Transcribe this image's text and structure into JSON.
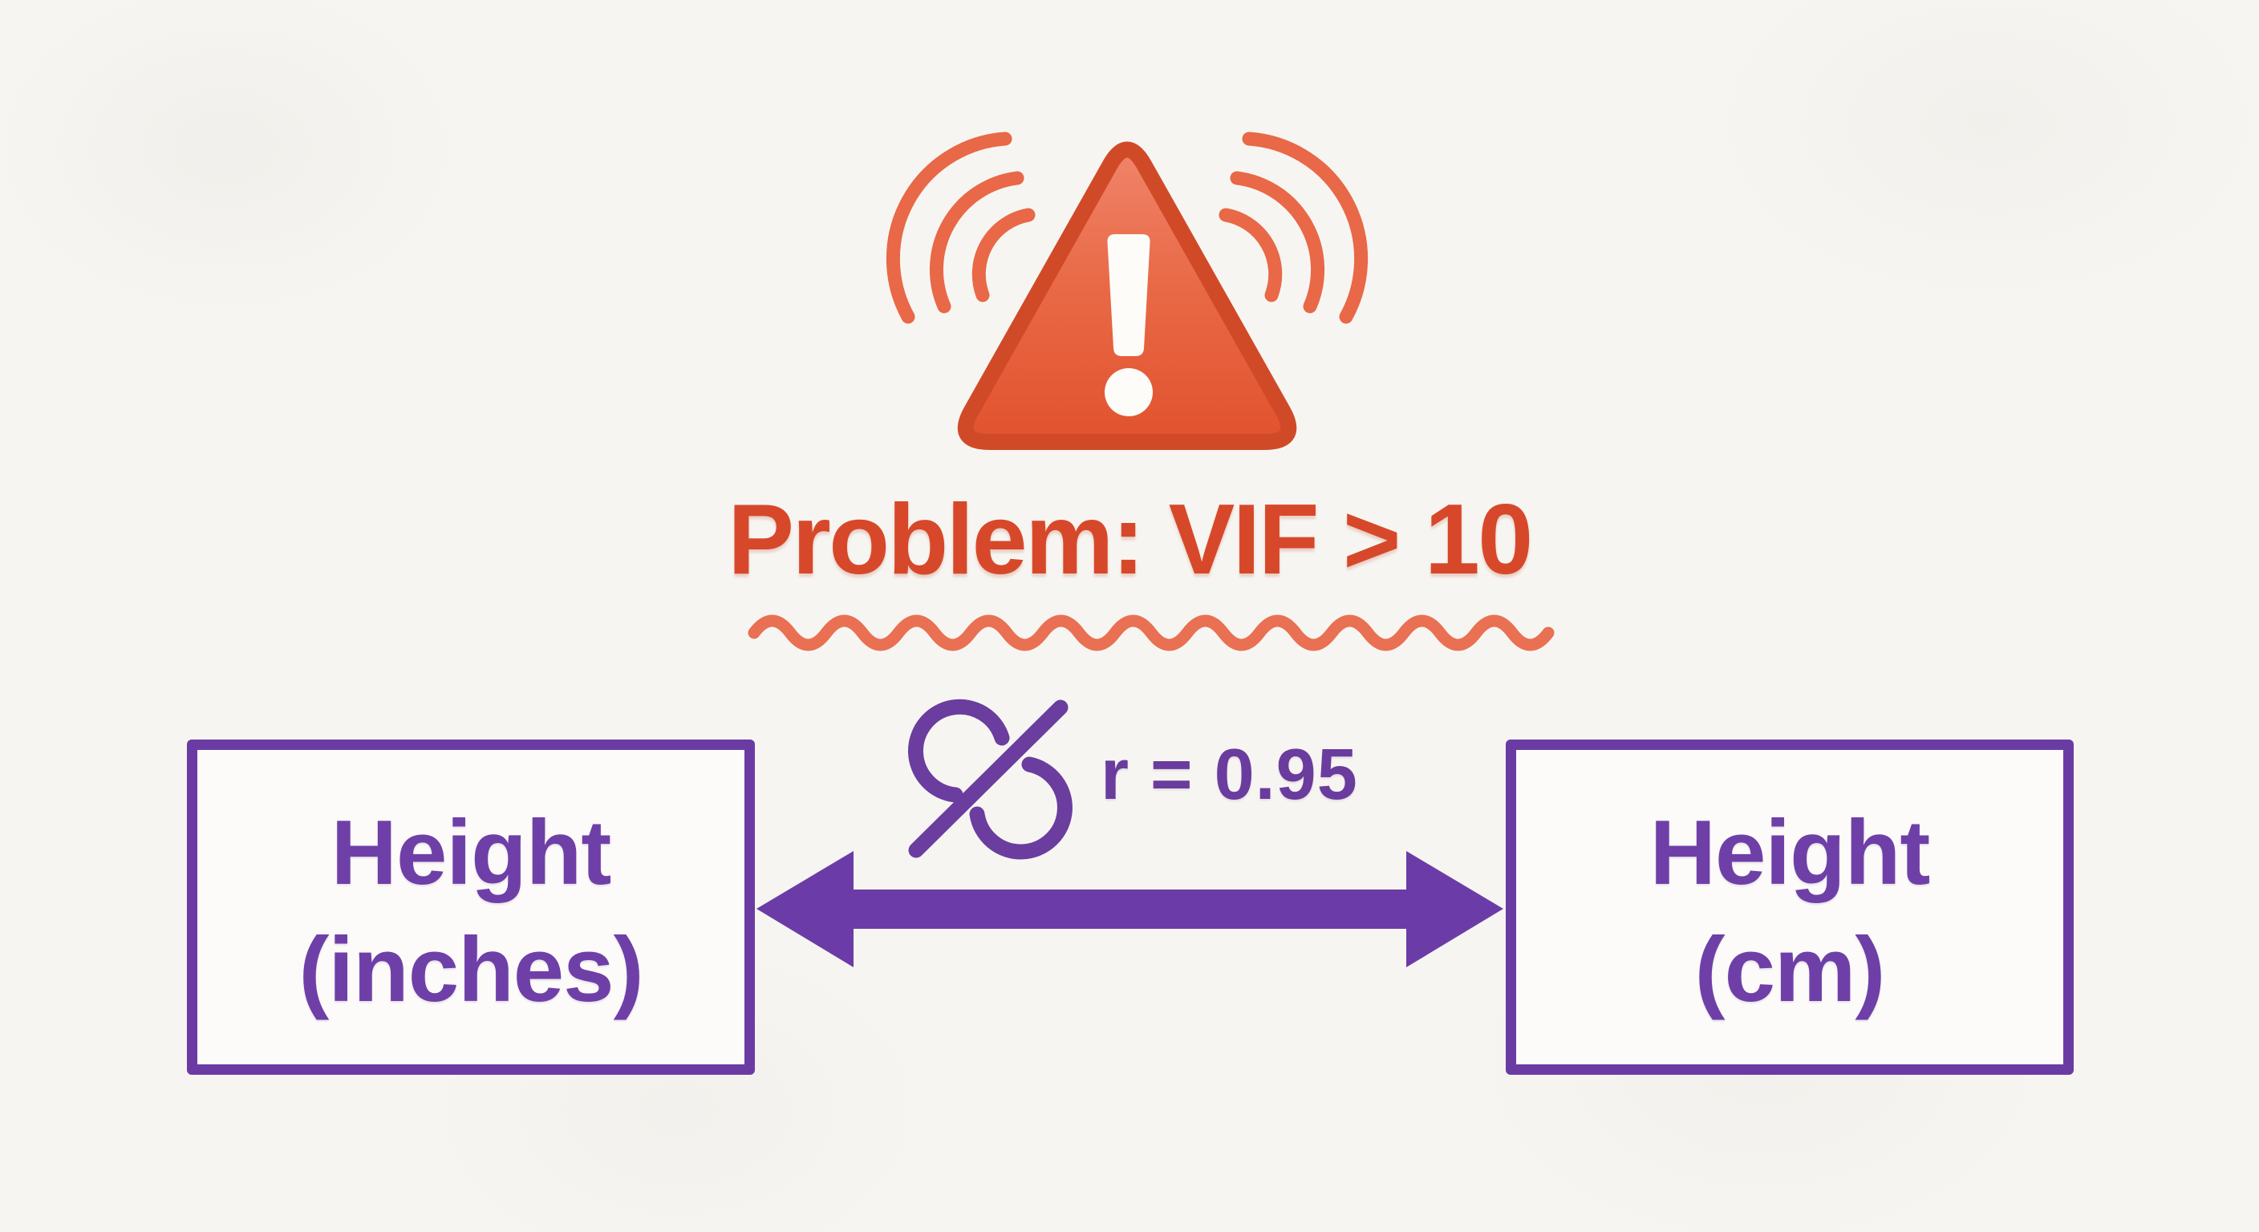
{
  "alert": {
    "icon_name": "alarm-warning-triangle-icon",
    "title": "Problem: VIF > 10",
    "title_color": "#D7482A",
    "triangle_fill": "#E8694A",
    "triangle_border": "#D14A28",
    "wave_color": "#E86847",
    "underline_style": "wavy",
    "underline_color": "#E97052"
  },
  "correlation": {
    "icon_name": "percent-slash-icon",
    "label": "r = 0.95",
    "label_color": "#6A3C9E",
    "icon_color": "#6A3D9F"
  },
  "variables": {
    "left": {
      "line1": "Height",
      "line2": "(inches)"
    },
    "right": {
      "line1": "Height",
      "line2": "(cm)"
    },
    "box_border_color": "#6B3BA4",
    "text_color": "#6F3FA8"
  },
  "arrow": {
    "icon_name": "double-headed-arrow-icon",
    "color": "#6B3CA7"
  }
}
